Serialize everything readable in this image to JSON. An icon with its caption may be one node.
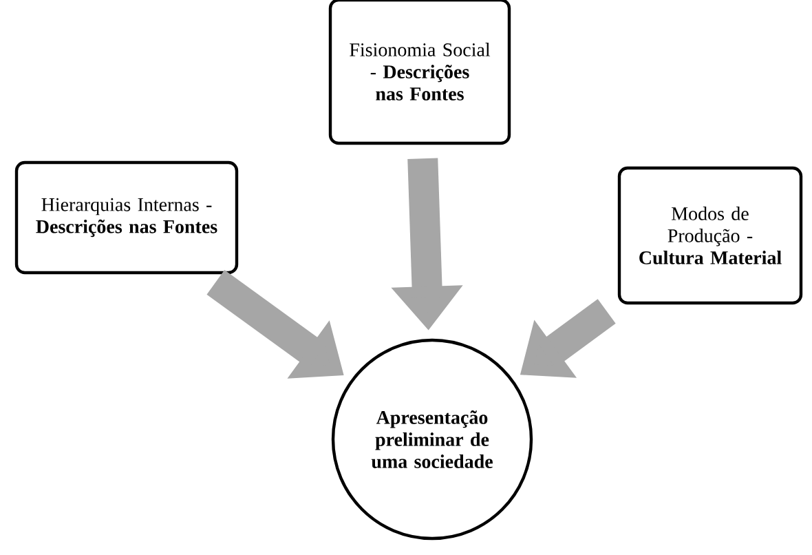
{
  "diagram": {
    "nodes": [
      {
        "text": [
          "Hierarquias Internas - **Descrições nas Fontes**"
        ]
      },
      {
        "text": [
          "Fisionomia Social - **Descrições nas Fontes**"
        ]
      },
      {
        "text": [
          "Modos de Produção - **Cultura Material**"
        ]
      },
      {
        "text": [
          "Apresentação preliminar de uma sociedade"
        ]
      }
    ],
    "edges": [
      {
        "from": 0,
        "to": 3,
        "arrow": "to"
      },
      {
        "from": 1,
        "to": 3,
        "arrow": "to"
      },
      {
        "from": 2,
        "to": 3,
        "arrow": "to"
      }
    ]
  }
}
